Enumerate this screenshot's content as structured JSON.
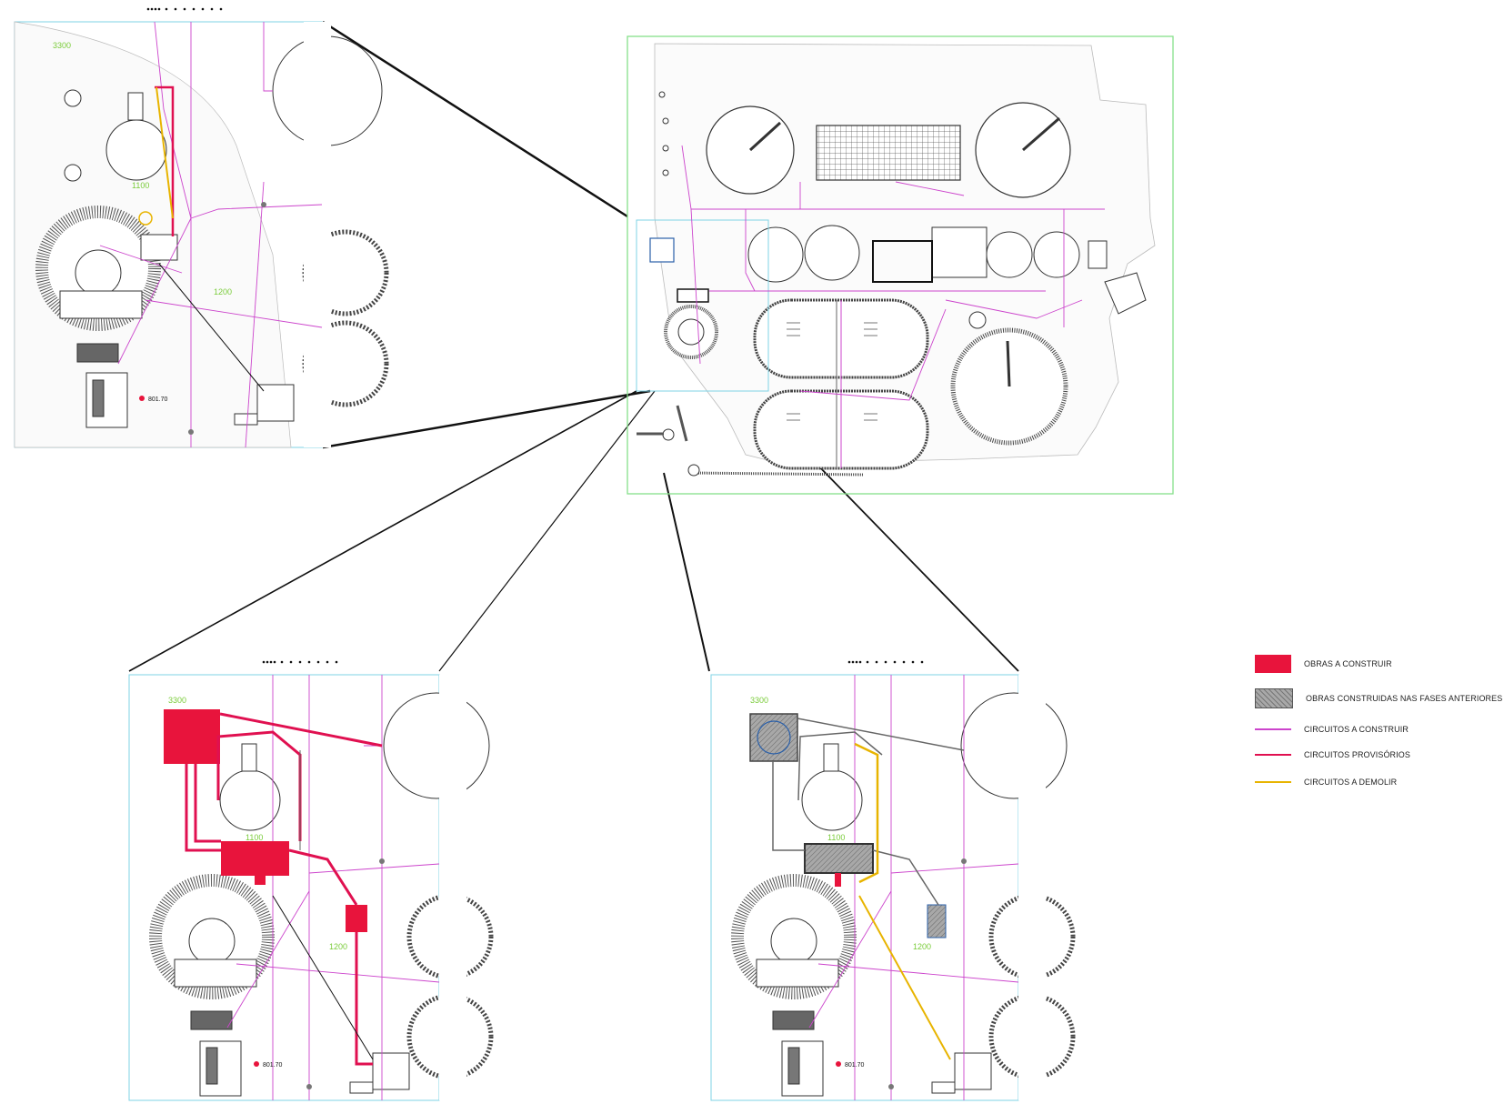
{
  "colors": {
    "construir": "#e8143c",
    "existente": "#9a9a9a",
    "circuito": "#cc44cc",
    "provisorio": "#e01050",
    "demolir": "#e8b400",
    "frame_cyan": "#7fd3e6",
    "frame_green": "#86e08a",
    "label_green": "#7acc3a"
  },
  "detail_top_left": {
    "zone_3300": "3300",
    "zone_1100": "1100",
    "zone_1200": "1200",
    "elevation": "801.70"
  },
  "detail_bottom_left": {
    "zone_3300": "3300",
    "zone_1100": "1100",
    "zone_1200": "1200",
    "elevation": "801.70"
  },
  "detail_bottom_right": {
    "zone_3300": "3300",
    "zone_1100": "1100",
    "zone_1200": "1200",
    "elevation": "801.70"
  },
  "legend": {
    "items": [
      {
        "label": "OBRAS A CONSTRUIR",
        "kind": "fill-red"
      },
      {
        "label": "OBRAS CONSTRUIDAS NAS FASES ANTERIORES",
        "kind": "fill-gray"
      },
      {
        "label": "CIRCUITOS A CONSTRUIR",
        "kind": "line",
        "color": "#cc44cc"
      },
      {
        "label": "CIRCUITOS PROVISÓRIOS",
        "kind": "line",
        "color": "#e01050"
      },
      {
        "label": "CIRCUITOS A DEMOLIR",
        "kind": "line",
        "color": "#e8b400"
      }
    ]
  }
}
